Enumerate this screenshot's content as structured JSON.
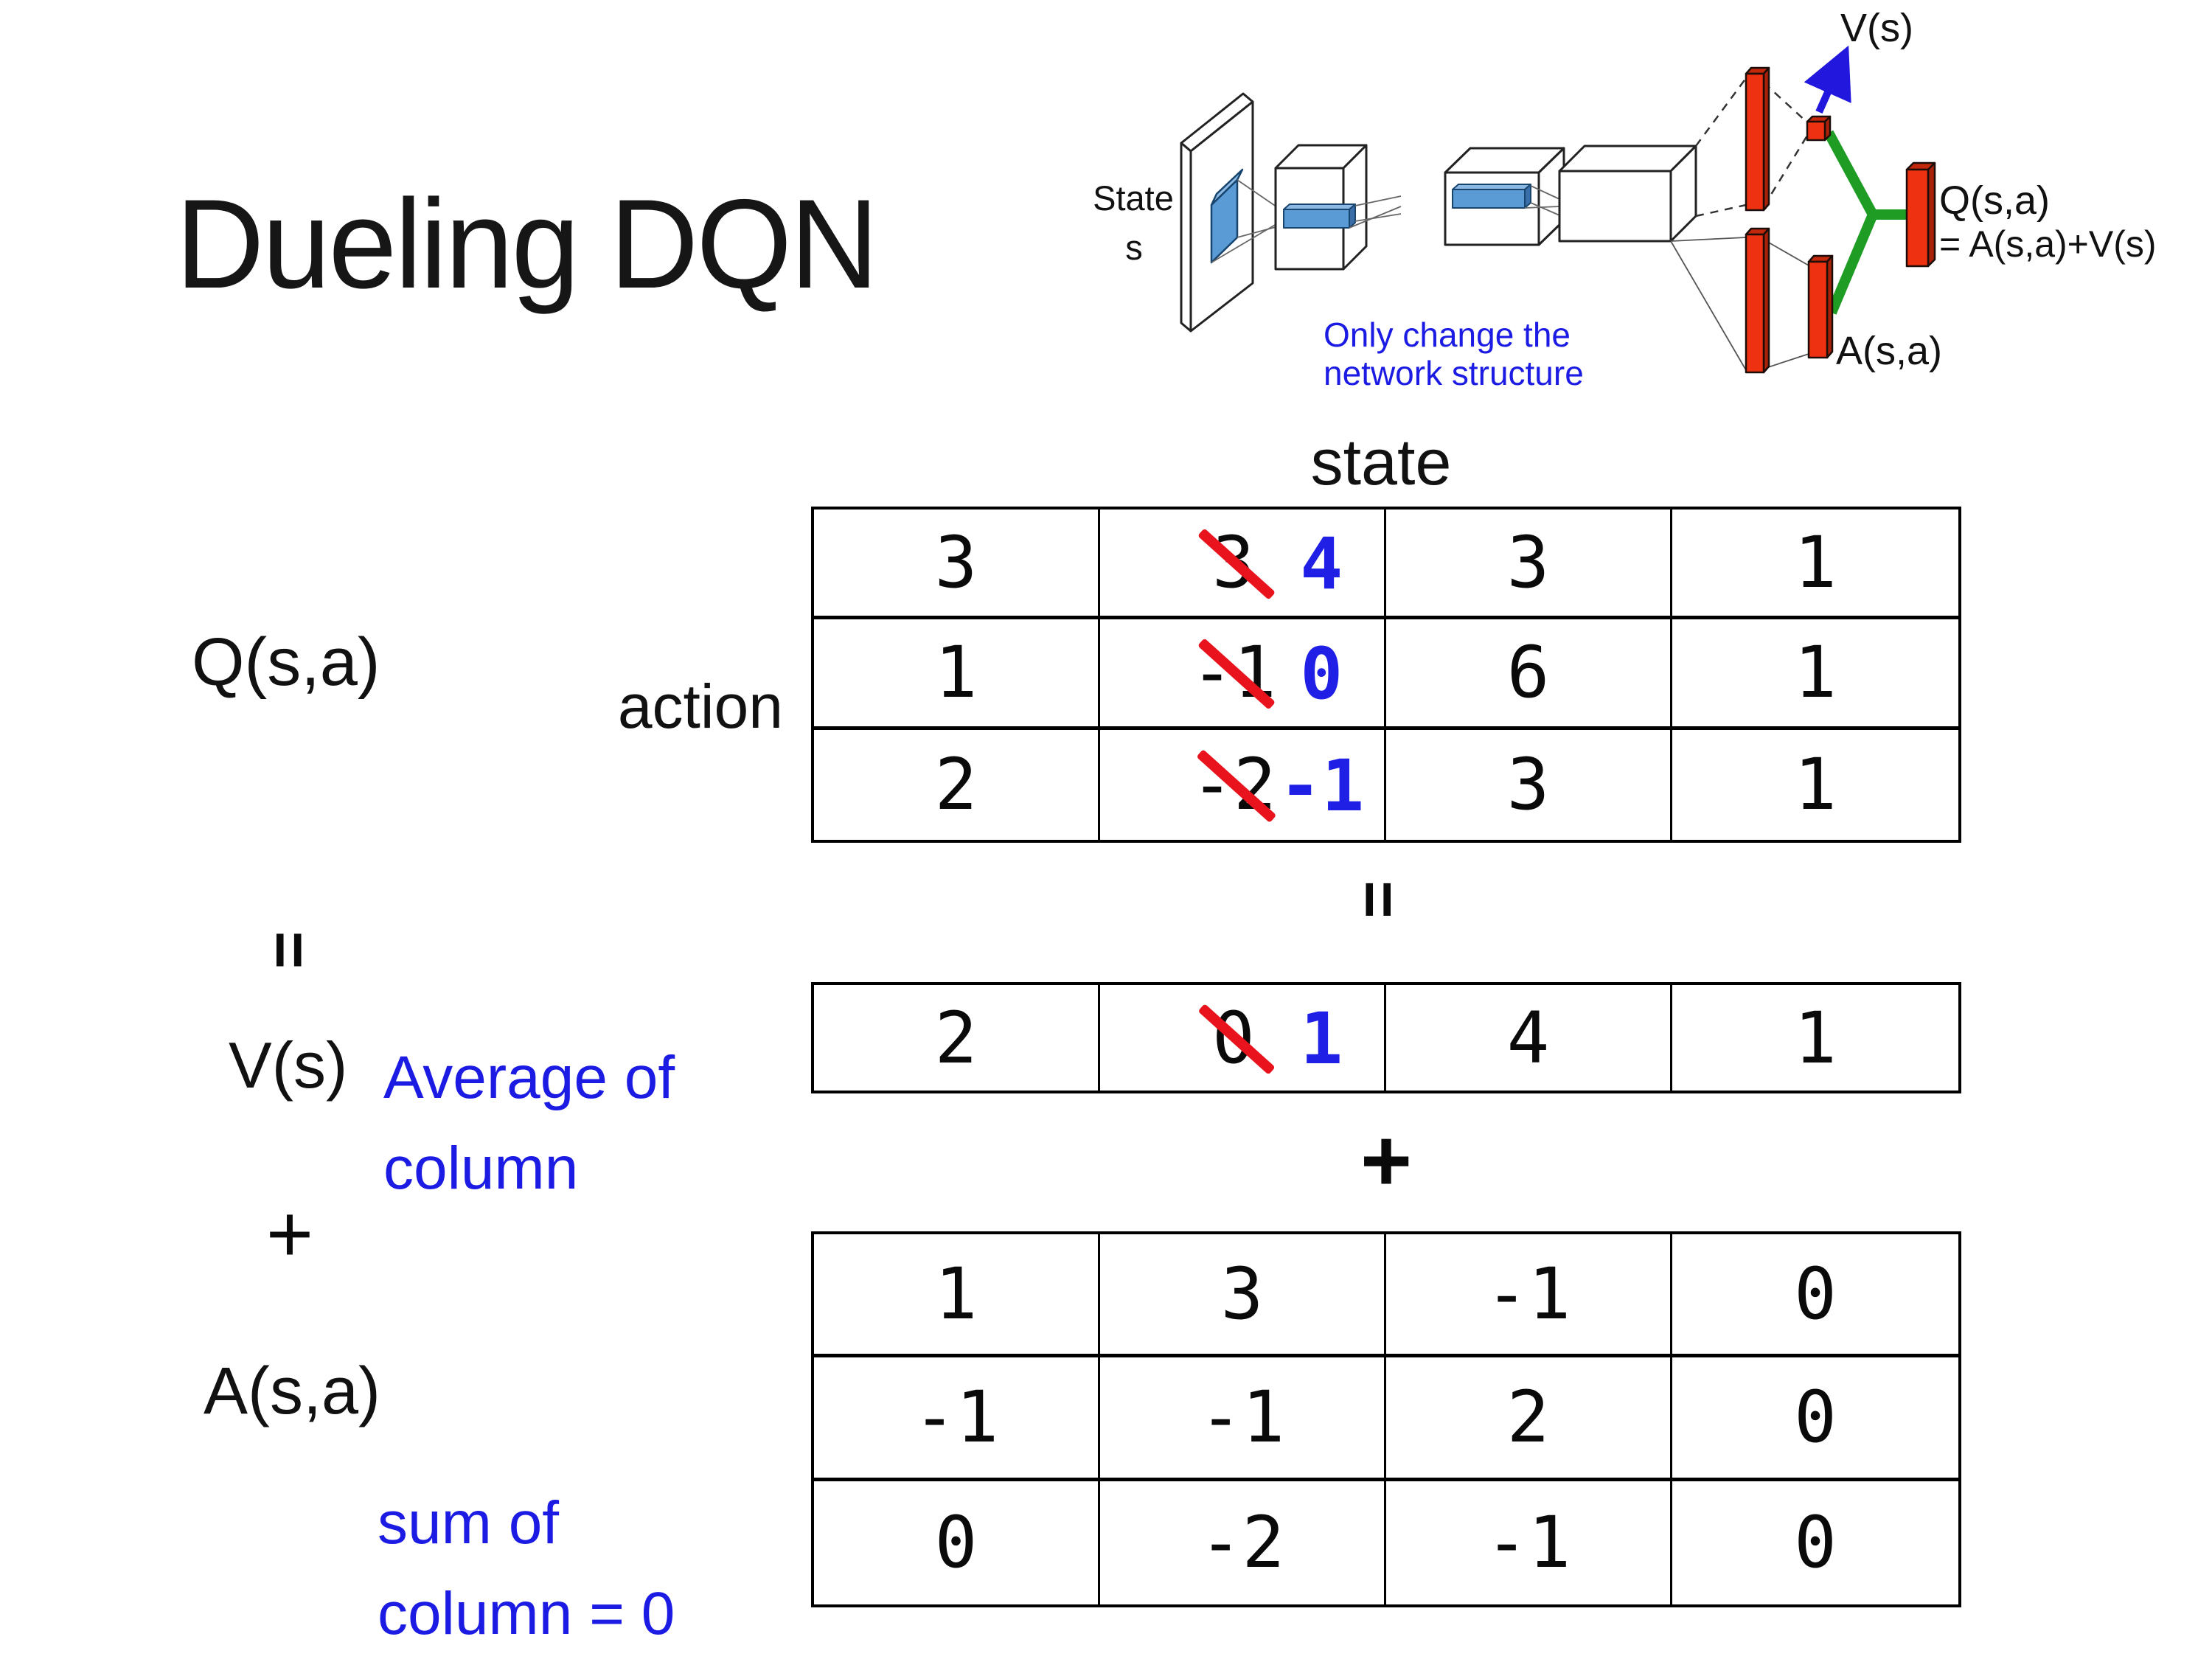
{
  "title": "Dueling DQN",
  "colors": {
    "annotation_blue": "#1b1be4",
    "table_new_value_blue": "#1f1fe6",
    "strike_red": "#e8131d",
    "bar_red": "#ee3110",
    "merge_green": "#1e9c23",
    "arrow_blue": "#2217dc",
    "filter_blue": "#5b9bd5"
  },
  "diagram": {
    "state_line1": "State",
    "state_line2": "s",
    "note_line1": "Only change the",
    "note_line2": "network structure",
    "v_out": "V(s)",
    "a_out": "A(s,a)",
    "q_out_line1": "Q(s,a)",
    "q_out_line2": "= A(s,a)+V(s)"
  },
  "equation": {
    "q_label": "Q(s,a)",
    "equals": "=",
    "v_label": "V(s)",
    "plus": "+",
    "a_label": "A(s,a)",
    "avg_note_line1": "Average of",
    "avg_note_line2": "column",
    "sum_note_line1": "sum of",
    "sum_note_line2": "column = 0",
    "state_header": "state",
    "action_label": "action",
    "mid_equals": "=",
    "mid_plus": "+"
  },
  "q_table": {
    "rows": [
      {
        "c0": "3",
        "old": "3",
        "new": "4",
        "c2": "3",
        "c3": "1"
      },
      {
        "c0": "1",
        "old": "-1",
        "new": "0",
        "c2": "6",
        "c3": "1"
      },
      {
        "c0": "2",
        "old": "-2",
        "new": "-1",
        "c2": "3",
        "c3": "1"
      }
    ]
  },
  "v_row": {
    "c0": "2",
    "old": "0",
    "new": "1",
    "c2": "4",
    "c3": "1"
  },
  "a_table": {
    "rows": [
      [
        "1",
        "3",
        "-1",
        "0"
      ],
      [
        "-1",
        "-1",
        "2",
        "0"
      ],
      [
        "0",
        "-2",
        "-1",
        "0"
      ]
    ]
  }
}
